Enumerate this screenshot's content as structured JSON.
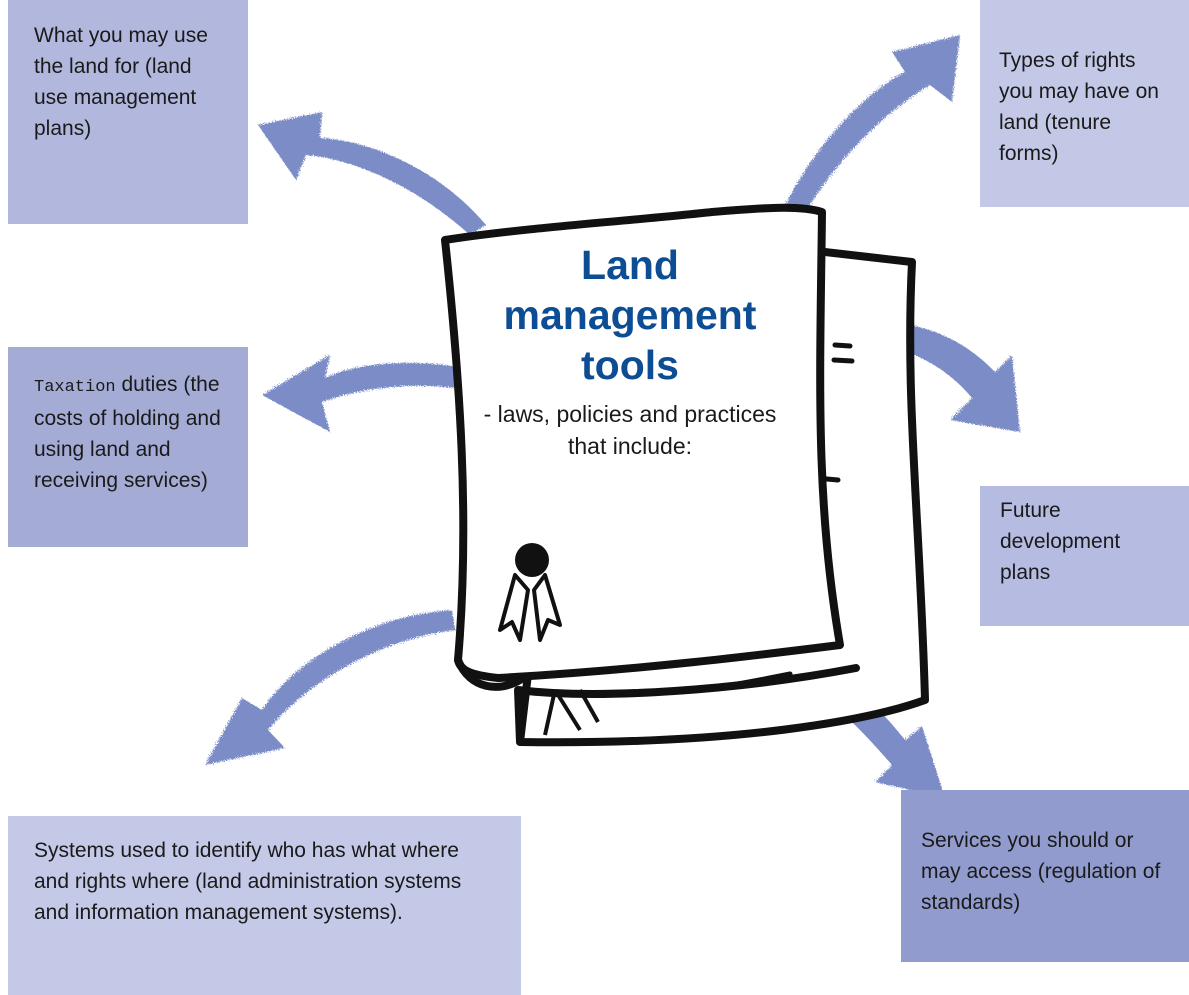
{
  "center": {
    "title": "Land management tools",
    "subtitle": "- laws, policies and practices that include:"
  },
  "boxes": {
    "top_left": "What you may use the land for (land use management plans)",
    "top_right": "Types of rights you may have on land (tenure forms)",
    "middle_left_word": "Taxation",
    "middle_left_rest": " duties (the costs of holding and using land and receiving services)",
    "middle_right": "Future development plans",
    "bottom_left": "Systems used to identify who has what where and rights where (land administration systems and information management systems).",
    "bottom_right": "Services you should or may access (regulation of standards)"
  },
  "colors": {
    "title": "#0d4d93",
    "arrow": "#6f83c3",
    "box_light": "#c4c9e8",
    "box_dark": "#929bcd"
  }
}
